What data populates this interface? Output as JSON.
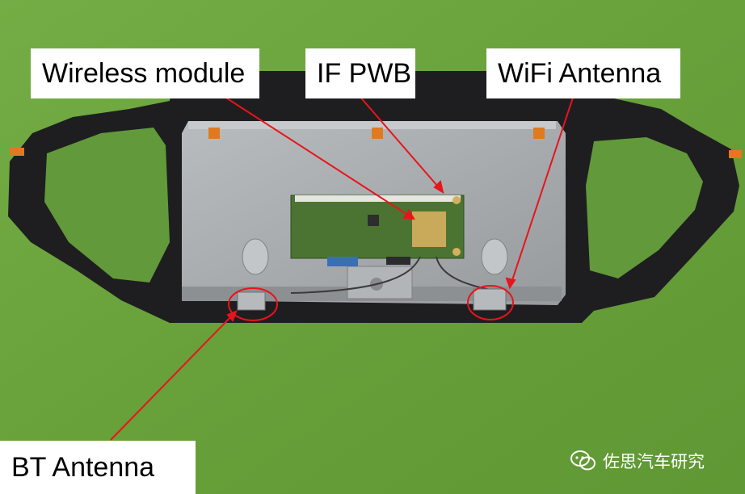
{
  "labels": {
    "wireless_module": "Wireless module",
    "if_pwb": "IF PWB",
    "wifi_antenna": "WiFi Antenna",
    "bt_antenna": "BT Antenna"
  },
  "watermark": {
    "text": "佐思汽车研究",
    "icon": "wechat-icon"
  },
  "colors": {
    "background": "#6aa33c",
    "annotation": "#e8141b",
    "frame": "#1c1c1e",
    "panel": "#a9adb1",
    "pcb": "#4f7a35"
  }
}
